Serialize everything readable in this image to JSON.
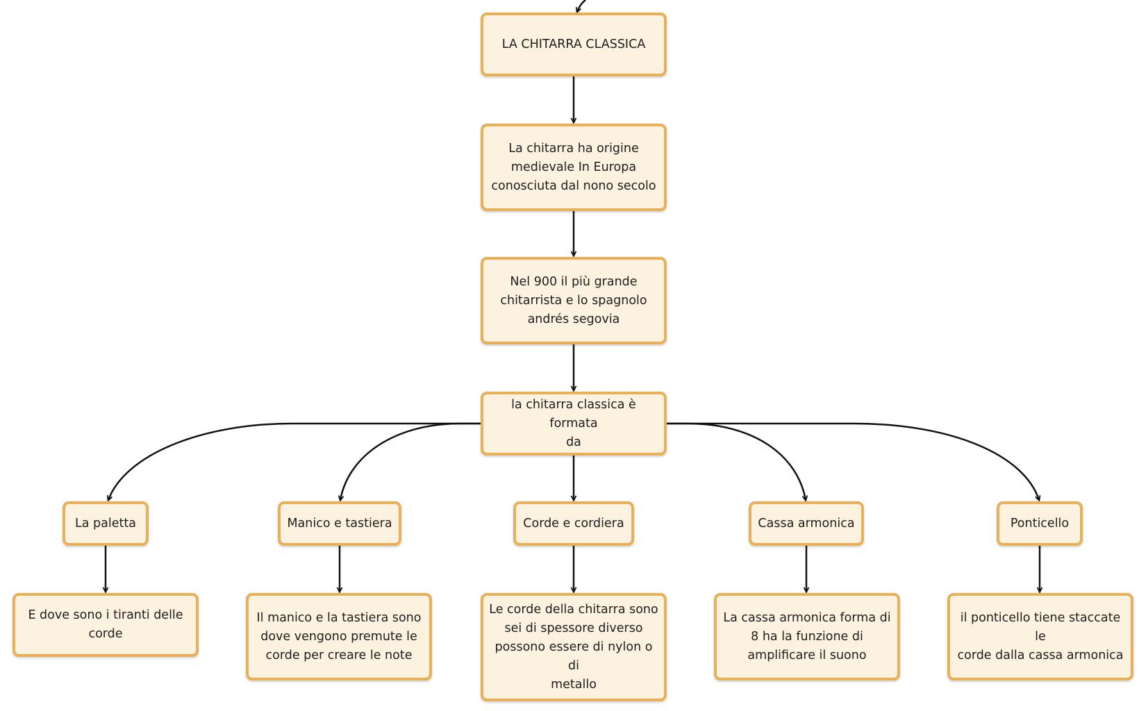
{
  "diagram": {
    "root": "LA CHITARRA CLASSICA",
    "origin": [
      "La chitarra ha origine",
      "medievale In Europa",
      "conosciuta dal nono secolo"
    ],
    "segovia": [
      "Nel 900 il più grande",
      "chitarrista e lo spagnolo",
      "andrés segovia"
    ],
    "formata": [
      "la chitarra classica è formata",
      "da"
    ],
    "parts": [
      {
        "label": "La paletta",
        "desc": [
          "E dove sono i tiranti delle",
          "corde"
        ]
      },
      {
        "label": "Manico e tastiera",
        "desc": [
          "Il manico e la tastiera sono",
          "dove vengono premute le",
          "corde per creare le note"
        ]
      },
      {
        "label": "Corde e cordiera",
        "desc": [
          "Le corde della chitarra sono",
          "sei di spessore diverso",
          "possono essere di nylon o di",
          "metallo"
        ]
      },
      {
        "label": "Cassa armonica",
        "desc": [
          "La cassa armonica forma di",
          "8 ha la funzione di",
          "amplificare il suono"
        ]
      },
      {
        "label": "Ponticello",
        "desc": [
          "il ponticello tiene staccate le",
          "corde dalla cassa armonica"
        ]
      }
    ]
  },
  "colors": {
    "node_fill": "#fdf1e0",
    "node_border": "#e8b059",
    "connector": "#111111"
  }
}
